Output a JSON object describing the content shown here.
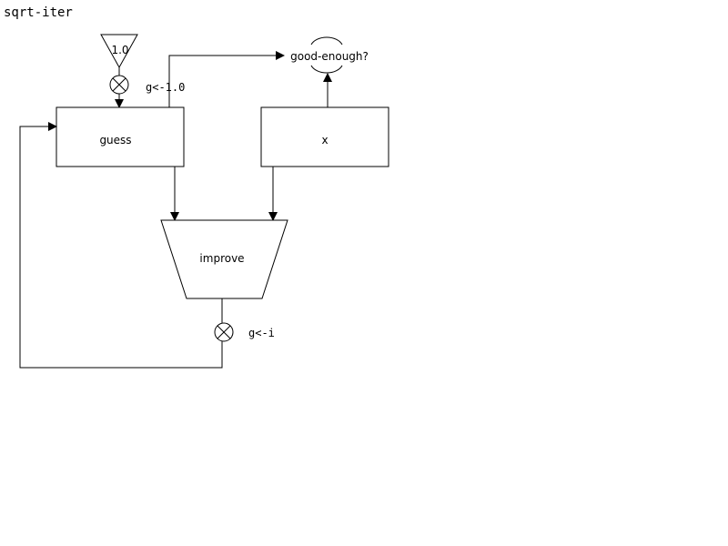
{
  "diagram": {
    "title": "sqrt-iter",
    "constant_label": "1.0",
    "guess_label": "guess",
    "x_label": "x",
    "improve_label": "improve",
    "good_enough_label": "good-enough?",
    "init_assign_label": "g<-1.0",
    "loop_assign_label": "g<-i"
  }
}
